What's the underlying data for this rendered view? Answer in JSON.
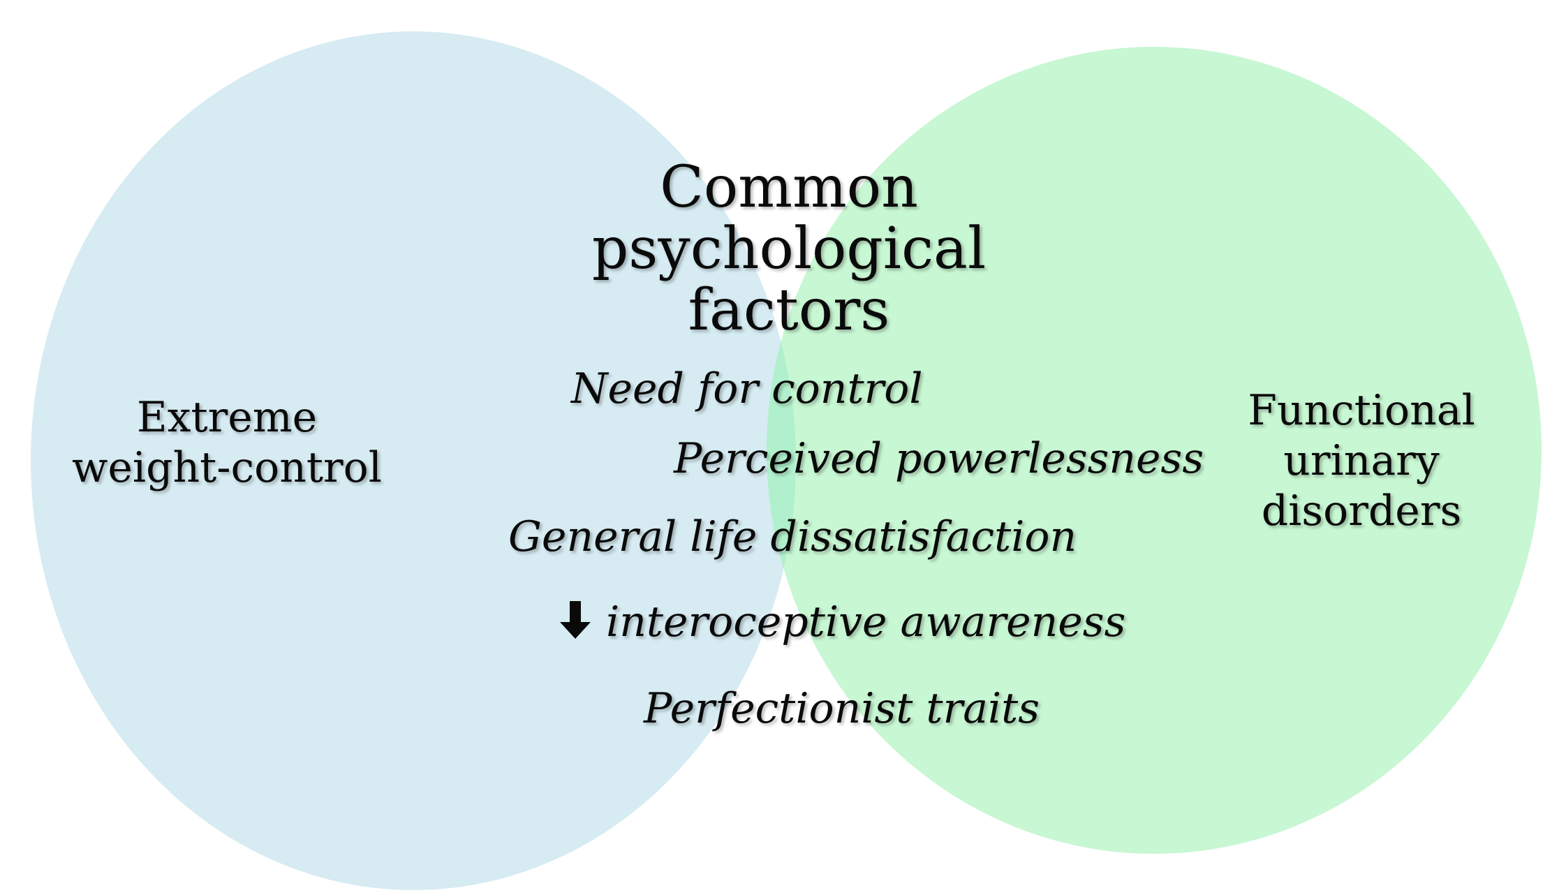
{
  "colors": {
    "left_set": "#d6ebf2",
    "right_set": "#c8f7d3",
    "overlap": "#b1f0cc",
    "text": "#0a0a0a"
  },
  "sets": {
    "left": {
      "label": "Extreme weight-control",
      "lines": [
        "Extreme",
        "weight-control"
      ]
    },
    "right": {
      "label": "Functional urinary disorders",
      "lines": [
        "Functional",
        "urinary",
        "disorders"
      ]
    }
  },
  "intersection": {
    "title_lines": [
      "Common",
      "psychological",
      "factors"
    ],
    "factors": [
      {
        "text": "Need for control",
        "icon": ""
      },
      {
        "text": "Perceived powerlessness",
        "icon": ""
      },
      {
        "text": "General life dissatisfaction",
        "icon": ""
      },
      {
        "text": "interoceptive awareness",
        "icon": "down-arrow-icon"
      },
      {
        "text": "Perfectionist traits",
        "icon": ""
      }
    ]
  }
}
